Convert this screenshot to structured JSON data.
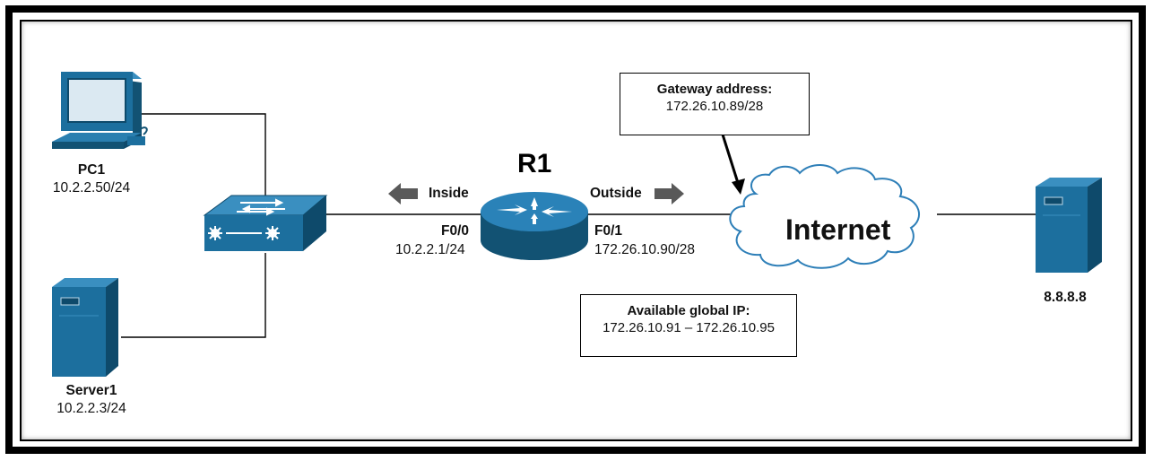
{
  "colors": {
    "device_blue": "#1c6f9e",
    "device_dark": "#125273",
    "arrow_gray": "#595959",
    "cloud_stroke": "#2e7fb8"
  },
  "nodes": {
    "pc1": {
      "name": "PC1",
      "ip": "10.2.2.50/24",
      "icon": "pc-icon"
    },
    "server1": {
      "name": "Server1",
      "ip": "10.2.2.3/24",
      "icon": "server-icon"
    },
    "switch": {
      "icon": "switch-icon"
    },
    "router": {
      "name": "R1",
      "icon": "router-icon"
    },
    "internet": {
      "name": "Internet",
      "icon": "cloud-icon"
    },
    "remote_server": {
      "ip": "8.8.8.8",
      "icon": "server-icon"
    }
  },
  "interfaces": {
    "inside": {
      "direction_label": "Inside",
      "name": "F0/0",
      "ip": "10.2.2.1/24"
    },
    "outside": {
      "direction_label": "Outside",
      "name": "F0/1",
      "ip": "172.26.10.90/28"
    }
  },
  "callouts": {
    "gateway": {
      "title": "Gateway address:",
      "value": "172.26.10.89/28"
    },
    "global_ip": {
      "title": "Available global IP:",
      "value": "172.26.10.91 – 172.26.10.95"
    }
  }
}
